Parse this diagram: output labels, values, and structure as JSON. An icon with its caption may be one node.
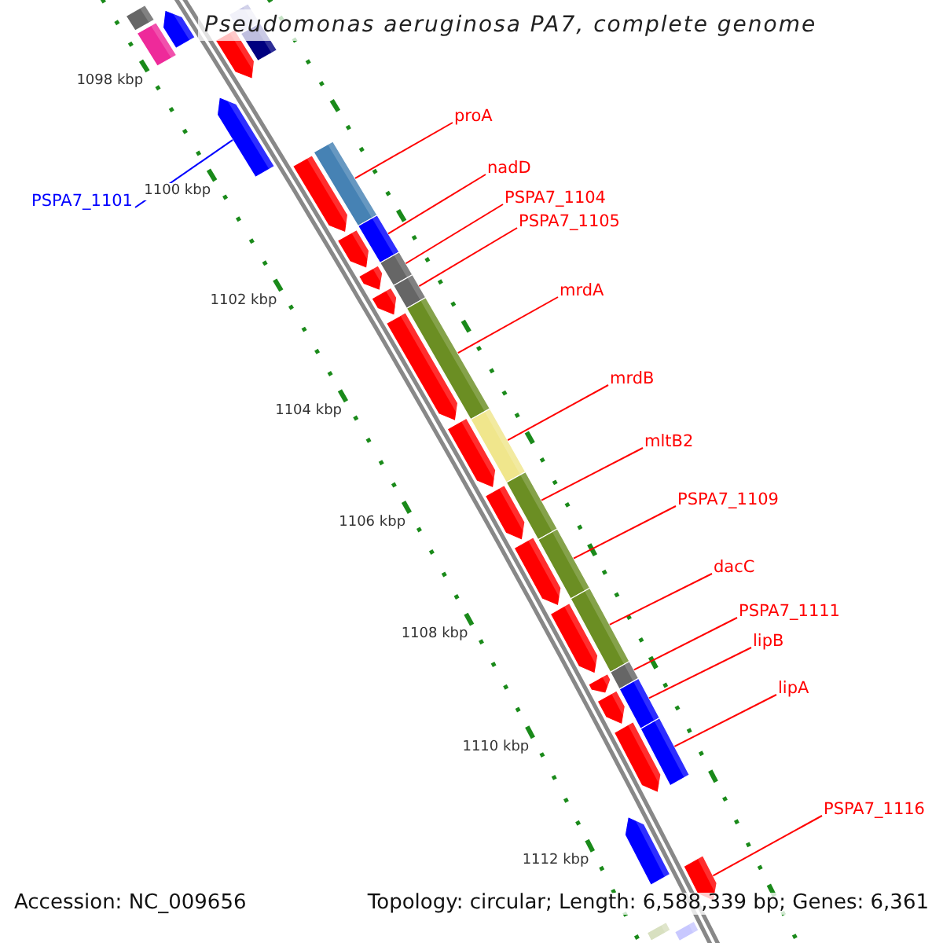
{
  "diagram": {
    "title": "Pseudomonas aeruginosa PA7, complete genome",
    "nodes": [
      {
        "text": [
          "proA"
        ]
      },
      {
        "text": [
          "nadD"
        ]
      },
      {
        "text": [
          "PSPA7_1104"
        ]
      },
      {
        "text": [
          "PSPA7_1101"
        ]
      },
      {
        "text": [
          "PSPA7_1105"
        ]
      },
      {
        "text": [
          "mrdA"
        ]
      },
      {
        "text": [
          "mrdB"
        ]
      },
      {
        "text": [
          "mltB2"
        ]
      },
      {
        "text": [
          "PSPA7_1109"
        ]
      },
      {
        "text": [
          "dacC"
        ]
      },
      {
        "text": [
          "PSPA7_1111"
        ]
      },
      {
        "text": [
          "lipB"
        ]
      },
      {
        "text": [
          "lipA"
        ]
      },
      {
        "text": [
          "PSPA7_1116"
        ]
      },
      {
        "text": [],
        "shape": "bar"
      },
      {
        "text": [],
        "shape": "bar"
      },
      {
        "text": [],
        "shape": "bar"
      },
      {
        "text": [],
        "shape": "bar"
      },
      {
        "text": [],
        "shape": "bar"
      },
      {
        "text": [],
        "shape": "bar"
      },
      {
        "text": [],
        "shape": "bar"
      },
      {
        "text": [],
        "shape": "bar"
      },
      {
        "text": [],
        "shape": "bar"
      },
      {
        "text": [],
        "shape": "bar"
      },
      {
        "text": [],
        "shape": "bar"
      },
      {
        "text": [],
        "shape": "bar"
      },
      {
        "text": [],
        "shape": "bar"
      },
      {
        "text": [],
        "shape": "bar"
      },
      {
        "text": [],
        "shape": "bar"
      },
      {
        "text": [],
        "shape": "bar"
      },
      {
        "text": [],
        "shape": "bar"
      },
      {
        "text": [],
        "shape": "bar"
      },
      {
        "text": [],
        "shape": "bar"
      },
      {
        "text": [],
        "shape": "bar"
      },
      {
        "text": [],
        "shape": "bar"
      },
      {
        "text": [],
        "shape": "bar"
      },
      {
        "text": [],
        "shape": "bar"
      },
      {
        "text": [],
        "shape": "bar"
      },
      {
        "text": [],
        "shape": "bar"
      },
      {
        "text": [],
        "shape": "bar"
      },
      {
        "text": [],
        "shape": "bar"
      },
      {
        "text": [],
        "shape": "bar"
      },
      {
        "text": [],
        "shape": "bar"
      },
      {
        "text": [],
        "shape": "bar"
      },
      {
        "text": [],
        "shape": "bar"
      },
      {
        "text": [],
        "shape": "bar"
      },
      {
        "text": [],
        "shape": "bar"
      },
      {
        "text": [],
        "shape": "bar"
      },
      {
        "text": [],
        "shape": "bar"
      }
    ],
    "edges": [
      {
        "from": 0,
        "to": 21,
        "arrow": "none"
      },
      {
        "from": 1,
        "to": 23,
        "arrow": "none"
      },
      {
        "from": 2,
        "to": 25,
        "arrow": "none"
      },
      {
        "from": 3,
        "to": 20,
        "arrow": "none",
        "color": "#0000ff"
      },
      {
        "from": 4,
        "to": 27,
        "arrow": "none"
      },
      {
        "from": 5,
        "to": 29,
        "arrow": "none"
      },
      {
        "from": 6,
        "to": 32,
        "arrow": "none"
      },
      {
        "from": 7,
        "to": 33,
        "arrow": "none"
      },
      {
        "from": 8,
        "to": 36,
        "arrow": "none"
      },
      {
        "from": 9,
        "to": 37,
        "arrow": "none"
      },
      {
        "from": 10,
        "to": 40,
        "arrow": "none"
      },
      {
        "from": 11,
        "to": 41,
        "arrow": "none"
      },
      {
        "from": 12,
        "to": 44,
        "arrow": "none"
      },
      {
        "from": 13,
        "to": 46,
        "arrow": "none"
      }
    ],
    "labels": [
      "1098 kbp",
      "1100 kbp",
      "1102 kbp",
      "1104 kbp",
      "1106 kbp",
      "1108 kbp",
      "1110 kbp",
      "1112 kbp",
      "Accession: NC_009656",
      "Topology: circular; Length: 6,588,339 bp; Genes: 6,361"
    ]
  }
}
